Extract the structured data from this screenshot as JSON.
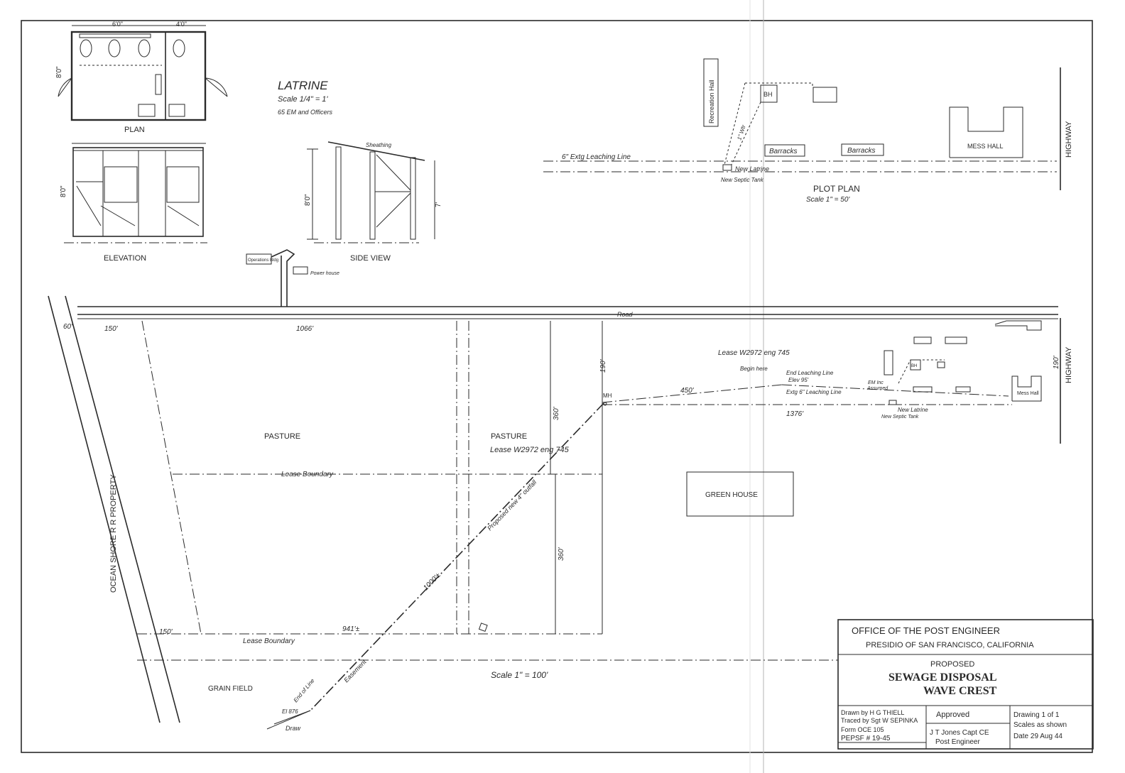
{
  "latrine": {
    "title": "LATRINE",
    "scale": "Scale 1/4\" = 1'",
    "capacity": "65 EM and Officers",
    "plan_label": "PLAN",
    "elevation_label": "ELEVATION",
    "side_view_label": "SIDE VIEW",
    "dim_top_left": "6'0\"",
    "dim_top_right": "4'0\"",
    "dim_plan_height": "8'0\"",
    "dim_elev_height": "8'0\"",
    "dim_side_height": "8'0\"",
    "dim_side_right": "7'",
    "sheathing": "Sheathing"
  },
  "plot_plan": {
    "title": "PLOT PLAN",
    "scale": "Scale 1\" = 50'",
    "recreation_hall": "Recreation Hall",
    "bh": "BH",
    "barracks_1": "Barracks",
    "barracks_2": "Barracks",
    "mess_hall": "MESS HALL",
    "highway": "HIGHWAY",
    "leaching_line": "6\" Extg Leaching Line",
    "new_latrine": "New Latrine",
    "new_septic_tank": "New Septic Tank",
    "pipe_label": "1\" Wtr"
  },
  "site": {
    "operations_bldg": "Operations Bldg",
    "power_house": "Power house",
    "road": "Road",
    "rr_property": "OCEAN SHORE R R PROPERTY",
    "pasture_1": "PASTURE",
    "pasture_2": "PASTURE",
    "lease_note": "Lease W2972 eng 745",
    "lease_note_top": "Lease W2972 eng 745",
    "lease_boundary_1": "Lease Boundary",
    "lease_boundary_2": "Lease Boundary",
    "green_house": "GREEN HOUSE",
    "grain_field": "GRAIN FIELD",
    "highway": "HIGHWAY",
    "scale": "Scale 1\" = 100'",
    "dim_60": "60'",
    "dim_150_top": "150'",
    "dim_1066": "1066'",
    "dim_190_left": "190'",
    "dim_190_right": "190'",
    "dim_360_top": "360'",
    "dim_360_bottom": "360'",
    "dim_450": "450'",
    "dim_1376": "1376'",
    "dim_150_bottom": "150'",
    "dim_941": "941'±",
    "dim_1000": "1000'±",
    "mh": "MH",
    "begin_here": "Begin here",
    "end_leaching_1": "End Leaching Line",
    "end_leaching_2": "Elev 95'",
    "extg_leaching": "Extg 6\" Leaching Line",
    "em_inc_1": "EM Inc",
    "em_inc_2": "Assumed",
    "bh_small": "BH",
    "mess_hall_small": "Mess Hall",
    "new_latrine": "New Latrine",
    "new_septic_tank": "New Septic Tank",
    "outfall": "Proposed new 4\" outfall",
    "easement": "Easement",
    "end_of_line": "End of Line",
    "el_876": "El 876",
    "draw": "Draw"
  },
  "title_block": {
    "office_1": "OFFICE OF THE POST ENGINEER",
    "office_2": "PRESIDIO OF SAN FRANCISCO, CALIFORNIA",
    "proposed": "PROPOSED",
    "title_1": "SEWAGE DISPOSAL",
    "title_2": "WAVE CREST",
    "drawn_by": "Drawn by H G THIELL",
    "traced_by": "Traced by Sgt W SEPINKA",
    "form": "Form OCE 105",
    "pepsf": "PEPSF # 19-45",
    "approved": "Approved",
    "approver_1": "J T Jones Capt CE",
    "approver_2": "Post Engineer",
    "drawing_no": "Drawing 1 of 1",
    "scales": "Scales as shown",
    "date": "Date 29 Aug 44"
  }
}
